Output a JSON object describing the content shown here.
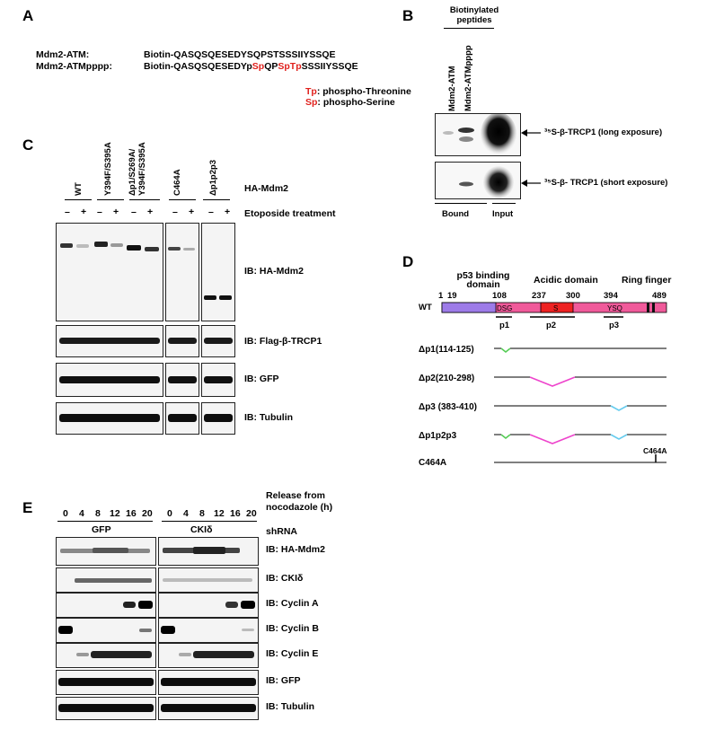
{
  "panels": {
    "a": "A",
    "b": "B",
    "c": "C",
    "d": "D",
    "e": "E"
  },
  "panel_a": {
    "row1_label": "Mdm2-ATM:",
    "row1_seq": "Biotin-QASQSQESEDYSQPSTSSSIIYSSQE",
    "row2_label": "Mdm2-ATMpppp:",
    "row2_seq_1": "Biotin-QASQSQESEDYp",
    "row2_seq_sp1": "Sp",
    "row2_seq_2": "QP",
    "row2_seq_sptp": "SpTp",
    "row2_seq_3": "SSSIIYSSQE",
    "legend_tp_key": "Tp",
    "legend_tp_text": ": phospho-Threonine",
    "legend_sp_key": "Sp",
    "legend_sp_text": ": phospho-Serine"
  },
  "panel_b": {
    "header": "Biotinylated peptides",
    "lane1": "Mdm2-ATM",
    "lane2": "Mdm2-ATMpppp",
    "long_label": "³⁵S-β-TRCP1 (long exposure)",
    "short_label": "³⁵S-β- TRCP1 (short exposure)",
    "bound": "Bound",
    "input": "Input"
  },
  "panel_c": {
    "groups": [
      "WT",
      "Y394F/S395A",
      "Δp1/S269A/ Y394F/S395A",
      "C464A",
      "Δp1p2p3"
    ],
    "row_label_mdm2": "HA-Mdm2",
    "row_label_etoposide": "Etoposide treatment",
    "minus": "–",
    "plus": "+",
    "blots": [
      "IB: HA-Mdm2",
      "IB: Flag-β-TRCP1",
      "IB: GFP",
      "IB: Tubulin"
    ]
  },
  "panel_d": {
    "domain_p53": "p53 binding domain",
    "domain_acidic": "Acidic domain",
    "domain_ring": "Ring finger",
    "pos_1": "1",
    "pos_19": "19",
    "pos_108": "108",
    "pos_237": "237",
    "pos_300": "300",
    "pos_394": "394",
    "pos_489": "489",
    "wt": "WT",
    "box_dsg": "DSG",
    "box_s": "S",
    "box_ysq": "YSQ",
    "p1": "p1",
    "p2": "p2",
    "p3": "p3",
    "mutants": [
      "Δp1(114-125)",
      "Δp2(210-298)",
      "Δp3 (383-410)",
      "Δp1p2p3",
      "C464A"
    ],
    "c464a_mark": "C464A",
    "colors": {
      "p53_domain": "#9d7be8",
      "main_bar": "#f05a9a",
      "acidic": "#ee2222",
      "p1_gap": "#55cc55",
      "p2_gap": "#ee44cc",
      "p3_gap": "#66ccee"
    }
  },
  "panel_e": {
    "timepoints": [
      "0",
      "4",
      "8",
      "12",
      "16",
      "20"
    ],
    "release_label": "Release from nocodazole (h)",
    "shrna_gfp": "GFP",
    "shrna_ck": "CKIδ",
    "shrna_label": "shRNA",
    "blots": [
      "IB: HA-Mdm2",
      "IB: CKIδ",
      "IB: Cyclin A",
      "IB: Cyclin B",
      "IB: Cyclin E",
      "IB: GFP",
      "IB: Tubulin"
    ]
  }
}
